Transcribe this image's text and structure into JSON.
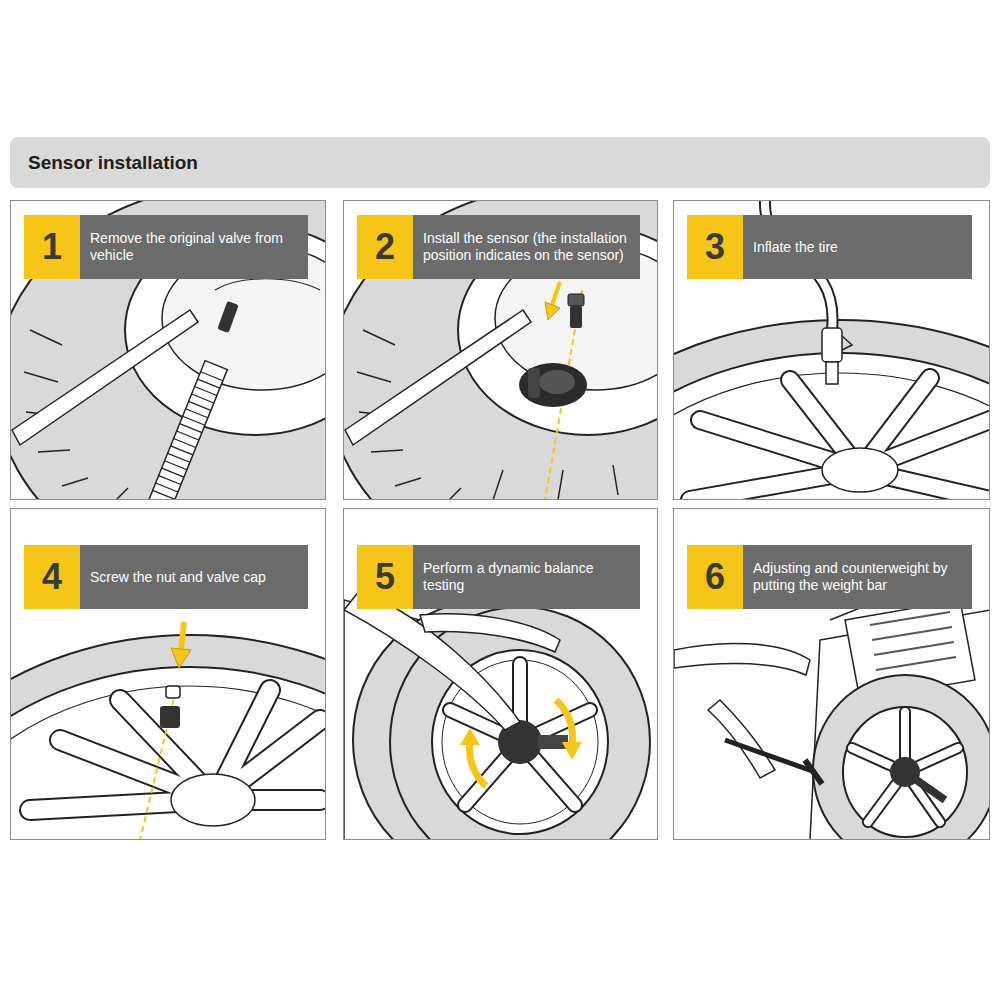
{
  "diagram": {
    "title": "Sensor installation",
    "nodes": [
      {
        "text": [
          "1",
          "Remove the original valve from vehicle"
        ]
      },
      {
        "text": [
          "2",
          "Install the sensor (the installation position indicates on the sensor)"
        ]
      },
      {
        "text": [
          "3",
          "Inflate the tire"
        ]
      },
      {
        "text": [
          "4",
          "Screw the nut and valve cap"
        ]
      },
      {
        "text": [
          "5",
          "Perform a dynamic balance testing"
        ]
      },
      {
        "text": [
          "6",
          "Adjusting and counterweight by putting the weight bar"
        ]
      }
    ]
  }
}
